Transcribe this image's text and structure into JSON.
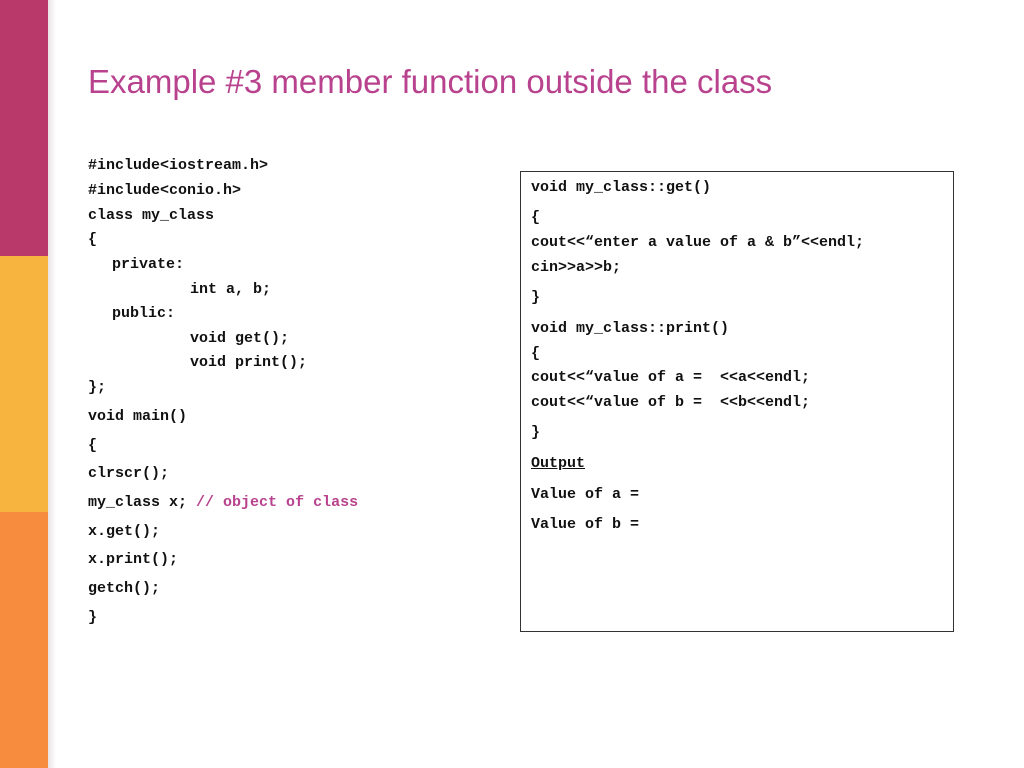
{
  "theme": {
    "accent_title": "#b8428d",
    "comment_color": "#b8428d",
    "bar_colors": [
      "#b9396a",
      "#f7b43f",
      "#f88c3e"
    ]
  },
  "slide": {
    "title": "Example #3 member function outside the class"
  },
  "left_code": {
    "lines": [
      "#include<iostream.h>",
      "#include<conio.h>",
      "class my_class",
      "{",
      "private:",
      "int a, b;",
      "public:",
      "void get();",
      "void print();",
      "};",
      "void main()",
      "{",
      "clrscr();",
      "my_class x;",
      "x.get();",
      "x.print();",
      "getch();",
      "}"
    ],
    "comment": "// object of class"
  },
  "right_code": {
    "lines": [
      "void my_class::get()",
      "{",
      "cout<<“enter a value of a & b”<<endl;",
      "cin>>a>>b;",
      "}",
      "void my_class::print()",
      "{",
      "cout<<“value of a =  <<a<<endl;",
      "cout<<“value of b =  <<b<<endl;",
      "}"
    ],
    "output_heading": "Output",
    "output_lines": [
      "Value of a =",
      "Value of b ="
    ]
  }
}
